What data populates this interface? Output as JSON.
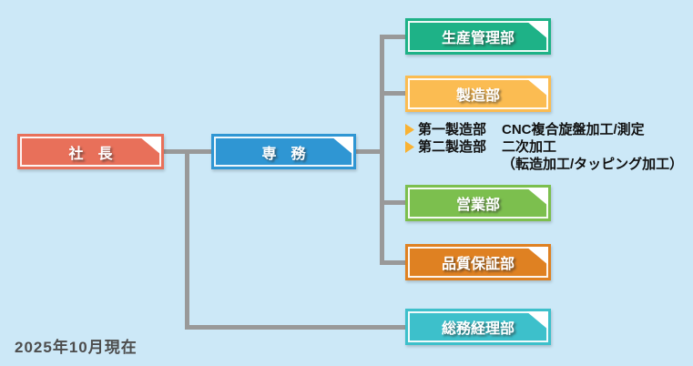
{
  "canvas": {
    "background": "#cce8f7",
    "connector_color": "#999999"
  },
  "nodes": {
    "president": {
      "label": "社　長",
      "color": "#e8705a"
    },
    "senmu": {
      "label": "専　務",
      "color": "#2f96d3"
    },
    "departments": [
      {
        "label": "生産管理部",
        "color": "#1eb287"
      },
      {
        "label": "製造部",
        "color": "#fbbc52"
      },
      {
        "label": "営業部",
        "color": "#7cbf4e"
      },
      {
        "label": "品質保証部",
        "color": "#df8122"
      },
      {
        "label": "総務経理部",
        "color": "#3dc0cb"
      }
    ]
  },
  "sub_items": {
    "arrow_color": "#f9b233",
    "items": [
      {
        "name": "第一製造部",
        "desc": "CNC複合旋盤加工/測定",
        "desc2": ""
      },
      {
        "name": "第二製造部",
        "desc": "二次加工",
        "desc2": "（転造加工/タッピング加工）"
      }
    ]
  },
  "footer": {
    "date_note": "2025年10月現在"
  }
}
